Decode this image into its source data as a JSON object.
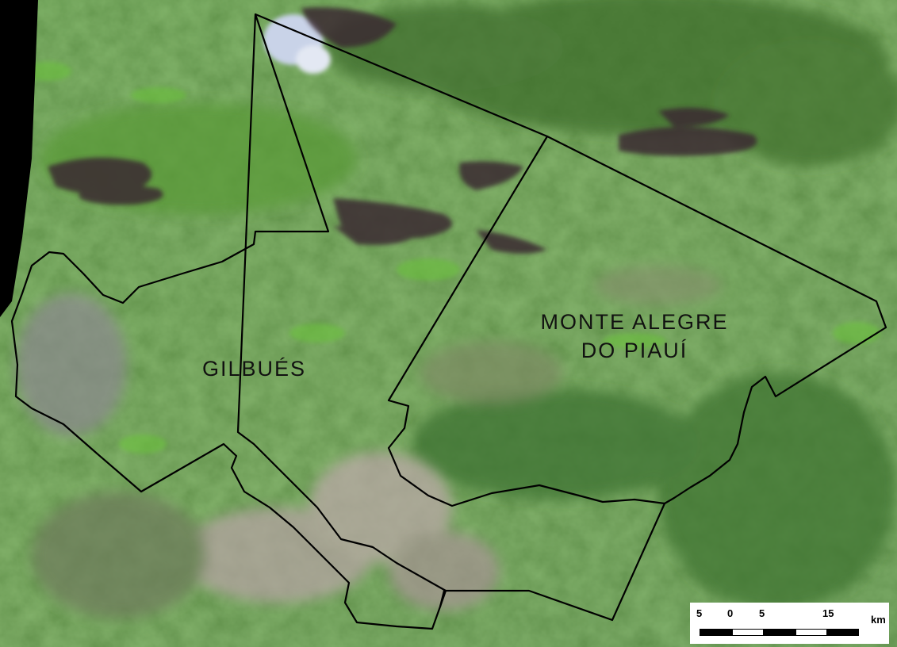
{
  "regions": [
    {
      "name": "GILBUÉS"
    },
    {
      "name_line1": "MONTE ALEGRE",
      "name_line2": "DO PIAUÍ"
    }
  ],
  "scale_bar": {
    "labels": [
      "5",
      "0",
      "5",
      "15"
    ],
    "unit": "km"
  },
  "colors": {
    "vegetation_dark": "#3b6b2a",
    "vegetation_bright": "#5fa33a",
    "bare_soil": "#b9a7a7",
    "burn_scar": "#3a2a2e",
    "boundary": "#000000"
  }
}
